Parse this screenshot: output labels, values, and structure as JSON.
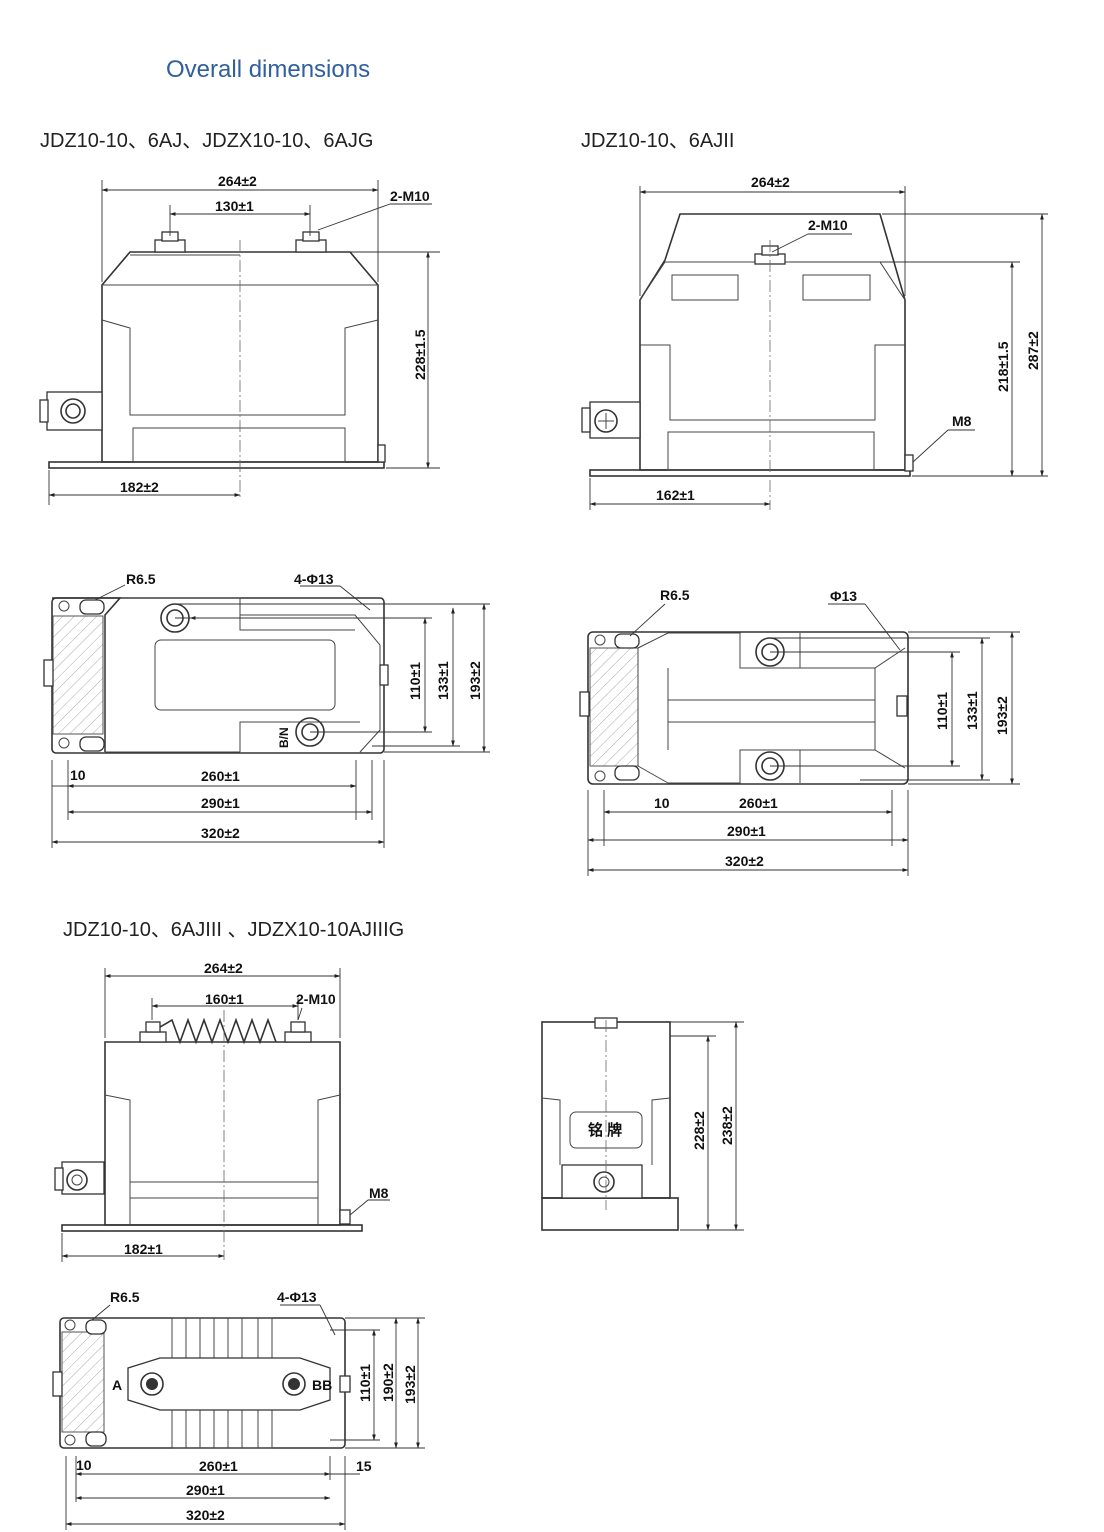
{
  "title": "Overall dimensions",
  "sections": [
    {
      "caption": "JDZ10-10、6AJ、JDZX10-10、6AJG",
      "front": {
        "width": "264±2",
        "bolt_spacing": "130±1",
        "terminals": "2-M10",
        "height": "228±1.5",
        "center": "182±2"
      },
      "plan": {
        "radius": "R6.5",
        "holes": "4-Φ13",
        "d1": "110±1",
        "d2": "133±1",
        "d3": "193±2",
        "edge": "10",
        "l1": "260±1",
        "l2": "290±1",
        "l3": "320±2",
        "marking": "B/N"
      }
    },
    {
      "caption": "JDZ10-10、6AJII",
      "front": {
        "width": "264±2",
        "terminals": "2-M10",
        "height1": "218±1.5",
        "height2": "287±2",
        "ground": "M8",
        "center": "162±1"
      },
      "plan": {
        "radius": "R6.5",
        "holes": "Φ13",
        "d1": "110±1",
        "d2": "133±1",
        "d3": "193±2",
        "edge": "10",
        "l1": "260±1",
        "l2": "290±1",
        "l3": "320±2"
      }
    },
    {
      "caption": "JDZ10-10、6AJIII 、JDZX10-10AJIIIG",
      "front": {
        "width": "264±2",
        "bolt_spacing": "160±1",
        "terminals": "2-M10",
        "ground": "M8",
        "center": "182±1"
      },
      "side": {
        "height1": "228±2",
        "height2": "238±2",
        "nameplate": "铭 牌"
      },
      "plan": {
        "radius": "R6.5",
        "holes": "4-Φ13",
        "d1": "110±1",
        "d2": "190±2",
        "d3": "193±2",
        "edge_left": "10",
        "edge_right": "15",
        "l1": "260±1",
        "l2": "290±1",
        "l3": "320±2",
        "terminal_a": "A",
        "terminal_b": "BB"
      }
    }
  ]
}
